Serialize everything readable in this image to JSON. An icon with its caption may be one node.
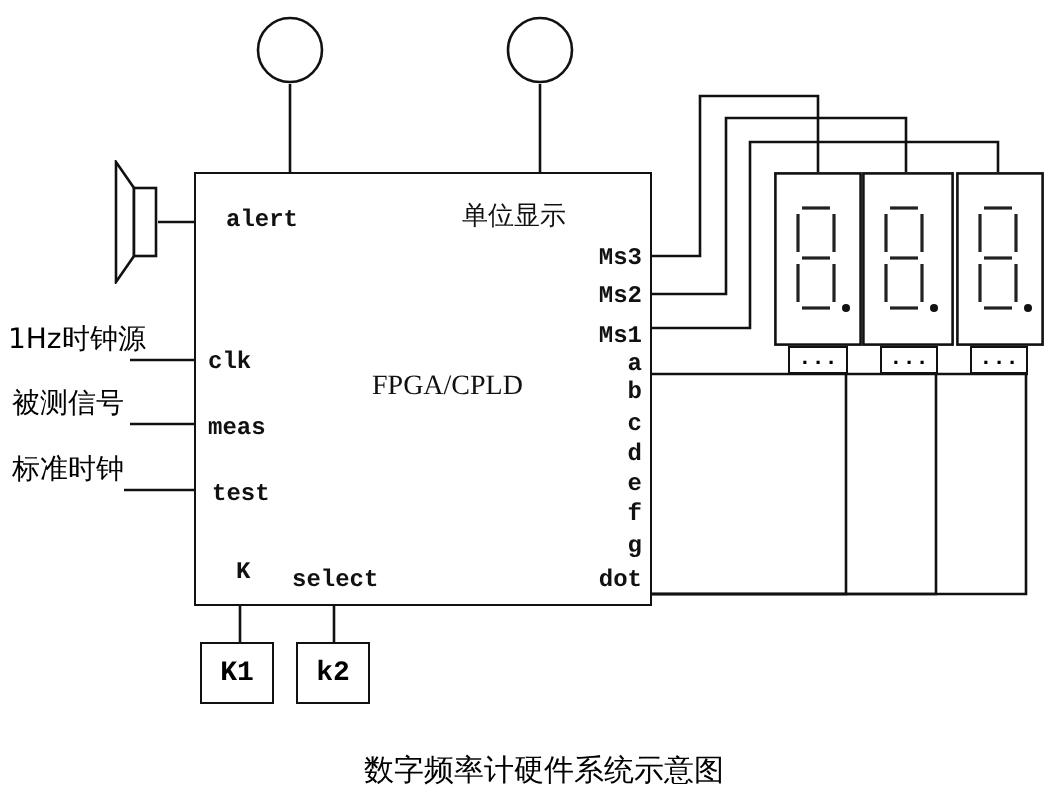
{
  "diagram": {
    "caption": "数字频率计硬件系统示意图",
    "nodes": [
      {
        "text": [],
        "shape": "circle"
      },
      {
        "text": [],
        "shape": "circle"
      },
      {
        "text": [],
        "shape": "speaker"
      },
      {
        "text": [
          "alert",
          "单位显示",
          "Ms3",
          "Ms2",
          "Ms1",
          "clk",
          "a",
          "FPGA/CPLD",
          "b",
          "c",
          "meas",
          "d",
          "e",
          "f",
          "test",
          "g",
          "K",
          "select",
          "dot"
        ]
      },
      {
        "text": [
          "1Hz时钟源"
        ]
      },
      {
        "text": [
          "被测信号"
        ]
      },
      {
        "text": [
          "标准时钟"
        ]
      },
      {
        "text": [],
        "shape": "display"
      },
      {
        "text": [],
        "shape": "display"
      },
      {
        "text": [],
        "shape": "display"
      },
      {
        "text": [
          "..."
        ]
      },
      {
        "text": [
          "..."
        ]
      },
      {
        "text": [
          "..."
        ]
      },
      {
        "text": [
          "K1"
        ]
      },
      {
        "text": [
          "k2"
        ]
      }
    ],
    "edges": [
      {
        "from": 0,
        "to": 3,
        "arrow": "none"
      },
      {
        "from": 1,
        "to": 3,
        "arrow": "none"
      },
      {
        "from": 2,
        "to": 3,
        "arrow": "none"
      },
      {
        "from": 4,
        "to": 3,
        "arrow": "none"
      },
      {
        "from": 5,
        "to": 3,
        "arrow": "none"
      },
      {
        "from": 6,
        "to": 3,
        "arrow": "none"
      },
      {
        "from": 3,
        "to": 13,
        "arrow": "none"
      },
      {
        "from": 3,
        "to": 14,
        "arrow": "none"
      },
      {
        "from": 3,
        "to": 7,
        "arrow": "none"
      },
      {
        "from": 3,
        "to": 8,
        "arrow": "none"
      },
      {
        "from": 3,
        "to": 9,
        "arrow": "none"
      },
      {
        "from": 3,
        "to": 10,
        "arrow": "none"
      },
      {
        "from": 3,
        "to": 11,
        "arrow": "none"
      },
      {
        "from": 3,
        "to": 12,
        "arrow": "none"
      }
    ]
  }
}
